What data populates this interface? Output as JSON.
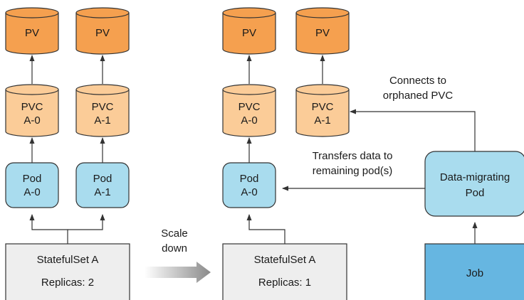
{
  "left": {
    "pv": [
      "PV",
      "PV"
    ],
    "pvc": [
      [
        "PVC",
        "A-0"
      ],
      [
        "PVC",
        "A-1"
      ]
    ],
    "pods": [
      [
        "Pod",
        "A-0"
      ],
      [
        "Pod",
        "A-1"
      ]
    ],
    "statefulset": {
      "title": "StatefulSet A",
      "replicas": "Replicas: 2"
    }
  },
  "scale": {
    "line1": "Scale",
    "line2": "down"
  },
  "right": {
    "pv": [
      "PV",
      "PV"
    ],
    "pvc": [
      [
        "PVC",
        "A-0"
      ],
      [
        "PVC",
        "A-1"
      ]
    ],
    "pod": [
      "Pod",
      "A-0"
    ],
    "statefulset": {
      "title": "StatefulSet A",
      "replicas": "Replicas: 1"
    },
    "migrating_pod": [
      "Data-migrating",
      "Pod"
    ],
    "job": "Job",
    "note_connects": [
      "Connects to",
      "orphaned PVC"
    ],
    "note_transfers": [
      "Transfers data to",
      "remaining pod(s)"
    ]
  },
  "colors": {
    "pv_fill": "#f5a04f",
    "pvc_fill": "#fbcc98",
    "pod_fill": "#a9dcee",
    "job_fill": "#66b6e1",
    "statefulset_fill": "#eeeeee",
    "stroke": "#333333"
  }
}
